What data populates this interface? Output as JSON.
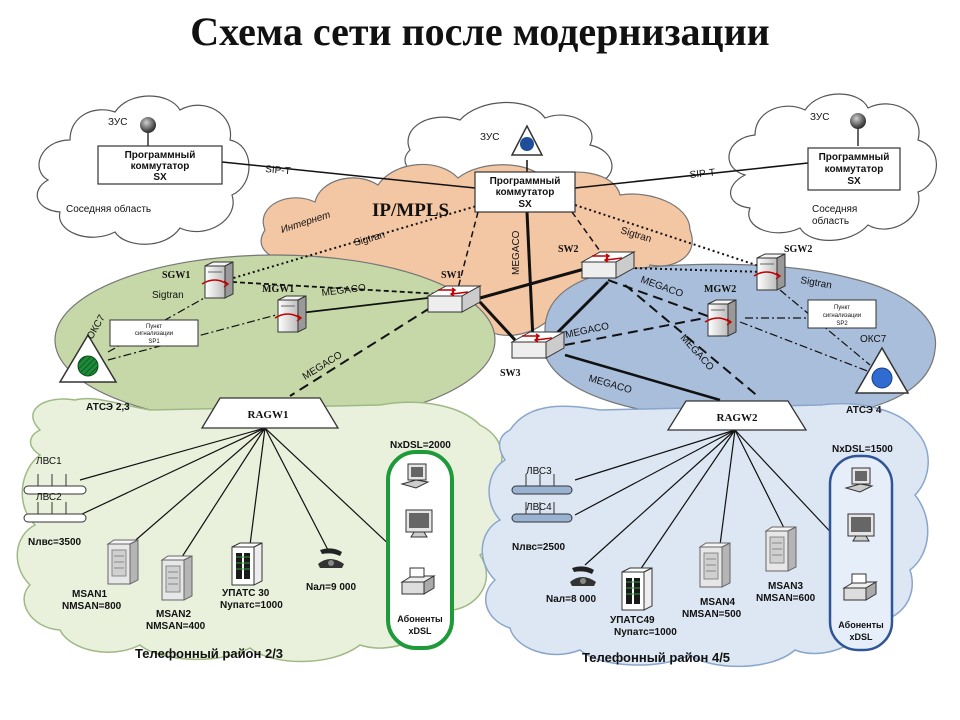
{
  "title": "Схема сети после модернизации",
  "core": {
    "label": "IP/MPLS",
    "internet": "Интернет",
    "zus": "ЗУС",
    "softswitch": [
      "Программный",
      "коммутатор",
      "SX"
    ]
  },
  "left_region": {
    "zus": "ЗУС",
    "softswitch": [
      "Программный",
      "коммутатор",
      "SX"
    ],
    "caption": "Соседняя область"
  },
  "right_region": {
    "zus": "ЗУС",
    "softswitch": [
      "Программный",
      "коммутатор",
      "SX"
    ],
    "caption": [
      "Соседняя",
      "область"
    ]
  },
  "links": {
    "sip_left": "SIP-T",
    "sip_right": "SIP-T",
    "sigtran_left": "Sigtran",
    "sigtran_right": "Sigtran",
    "sigtran_sgw1": "Sigtran",
    "sigtran_sgw2": "Sigtran",
    "megaco": "MEGACO"
  },
  "devices": {
    "sgw1": "SGW1",
    "mgw1": "MGW1",
    "sw1": "SW1",
    "sw2": "SW2",
    "sw3": "SW3",
    "mgw2": "MGW2",
    "sgw2": "SGW2",
    "ragw1": "RAGW1",
    "ragw2": "RAGW2",
    "okc_left": "ОКС7",
    "okc_right": "ОКС7",
    "sp1": [
      "Пункт",
      "сигнализации",
      "SP1"
    ],
    "sp2": [
      "Пункт",
      "сигнализации",
      "SP2"
    ],
    "atc_left": "АТСЭ 2,3",
    "atc_right": "АТСЭ 4"
  },
  "district_left": {
    "lvs1": "ЛВС1",
    "lvs2": "ЛВС2",
    "n_lvs": "Nлвс=3500",
    "msan1": "MSAN1",
    "n_msan1": "NMSAN=800",
    "msan2": "MSAN2",
    "n_msan2": "NMSAN=400",
    "upats": "УПАТС 30",
    "n_upats": "Nупатс=1000",
    "n_al": "Nал=9 000",
    "nxdsl": "NxDSL=2000",
    "xdsl": [
      "Абоненты",
      "xDSL"
    ],
    "caption": "Телефонный район 2/3"
  },
  "district_right": {
    "lvs3": "ЛВС3",
    "lvs4": "ЛВС4",
    "n_lvs": "Nлвс=2500",
    "n_al": "Nал=8 000",
    "upats": "УПАТС49",
    "n_upats": "Nупатс=1000",
    "msan4": "MSAN4",
    "n_msan4": "NMSAN=500",
    "msan3": "MSAN3",
    "n_msan3": "NMSAN=600",
    "nxdsl": "NxDSL=1500",
    "xdsl": [
      "Абоненты",
      "xDSL"
    ],
    "caption": "Телефонный район 4/5"
  },
  "colors": {
    "core": "#f3c6a4",
    "left_zone": "#c6d8a8",
    "right_zone": "#a9bedb",
    "green_district": "#e9f1dd",
    "blue_district": "#dde7f3",
    "xdsl_left_border": "#1f9a3a",
    "xdsl_right_border": "#2f5597"
  }
}
